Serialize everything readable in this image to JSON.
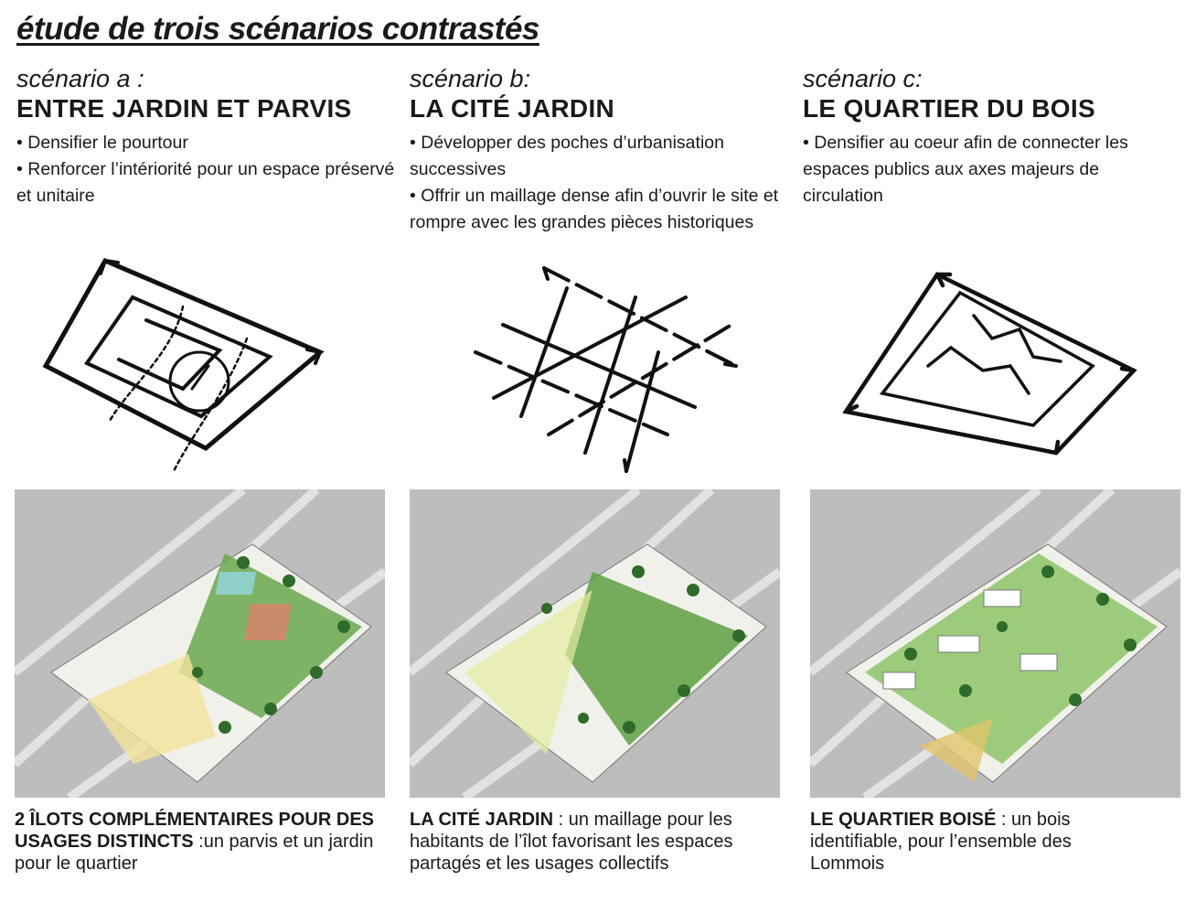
{
  "title": "étude de trois scénarios contrastés",
  "scenarios": [
    {
      "label": "scénario a :",
      "heading": "ENTRE JARDIN ET PARVIS",
      "bullets": [
        "• Densifier le pourtour",
        "• Renforcer l’intériorité pour un espace préservé et unitaire"
      ],
      "caption_bold": "2 ÎLOTS COMPLÉMENTAIRES POUR DES USAGES DISTINCTS",
      "caption_rest": " :un parvis et un jardin pour le quartier"
    },
    {
      "label": "scénario b:",
      "heading": "LA CITÉ JARDIN",
      "bullets": [
        "• Développer des poches d’urbanisation successives",
        "• Offrir un maillage dense afin d’ouvrir le site et rompre avec les grandes pièces historiques"
      ],
      "caption_bold": "LA CITÉ JARDIN",
      "caption_rest": " : un maillage pour les habitants de l’îlot favorisant les espaces partagés et les usages collectifs"
    },
    {
      "label": "scénario c:",
      "heading": "LE QUARTIER DU BOIS",
      "bullets": [
        "• Densifier au coeur afin de connecter les espaces publics aux axes majeurs de circulation"
      ],
      "caption_bold": "LE QUARTIER BOISÉ",
      "caption_rest": " : un bois identifiable, pour l’ensemble des Lommois"
    }
  ]
}
